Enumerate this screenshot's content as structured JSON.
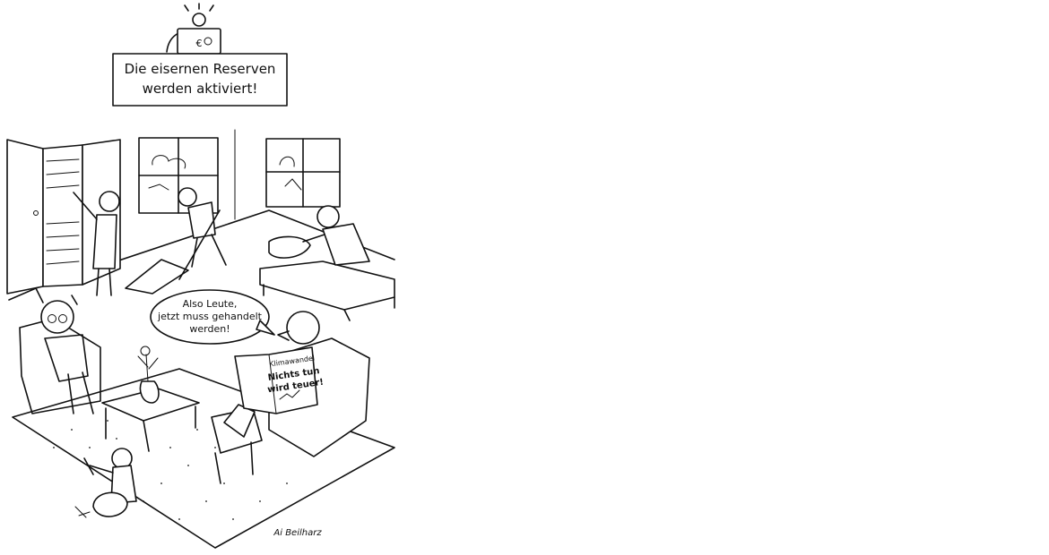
{
  "caption": {
    "line1": "Die eisernen Reserven",
    "line2": "werden aktiviert!"
  },
  "speech_bubble": {
    "line1": "Also Leute,",
    "line2": "jetzt muss gehandelt",
    "line3": "werden!"
  },
  "newspaper": {
    "line1": "Klimawandel",
    "line2": "Nichts tun",
    "line3": "wird teuer!"
  },
  "signature": "Ai Beilharz",
  "colors": {
    "ink": "#111111",
    "paper": "#ffffff"
  }
}
